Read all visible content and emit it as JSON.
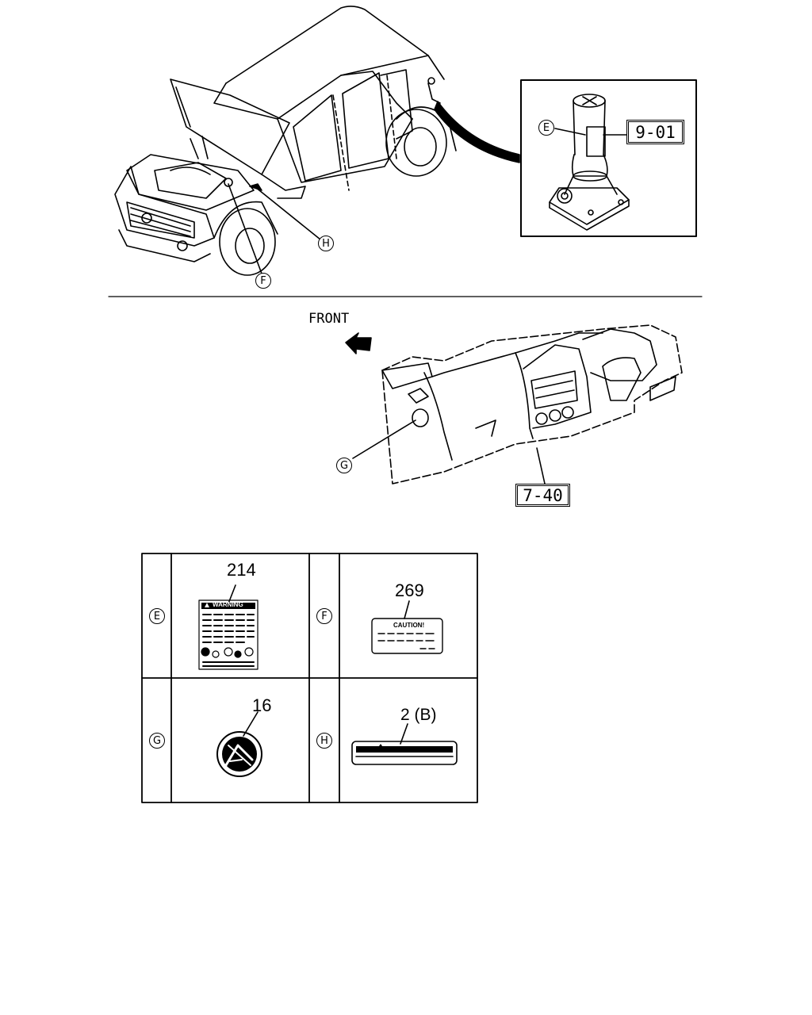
{
  "callouts": {
    "E": "E",
    "F": "F",
    "G": "G",
    "H": "H"
  },
  "refs": {
    "jack": "9-01",
    "dash": "7-40"
  },
  "front_label": "FRONT",
  "labels_table": {
    "cells": [
      {
        "letter": "E",
        "part_no": "214",
        "label_text": "WARNING"
      },
      {
        "letter": "F",
        "part_no": "269",
        "label_text": "CAUTION!"
      },
      {
        "letter": "G",
        "part_no": "16",
        "label_text": ""
      },
      {
        "letter": "H",
        "part_no": "2 (B)",
        "label_text": ""
      }
    ]
  }
}
